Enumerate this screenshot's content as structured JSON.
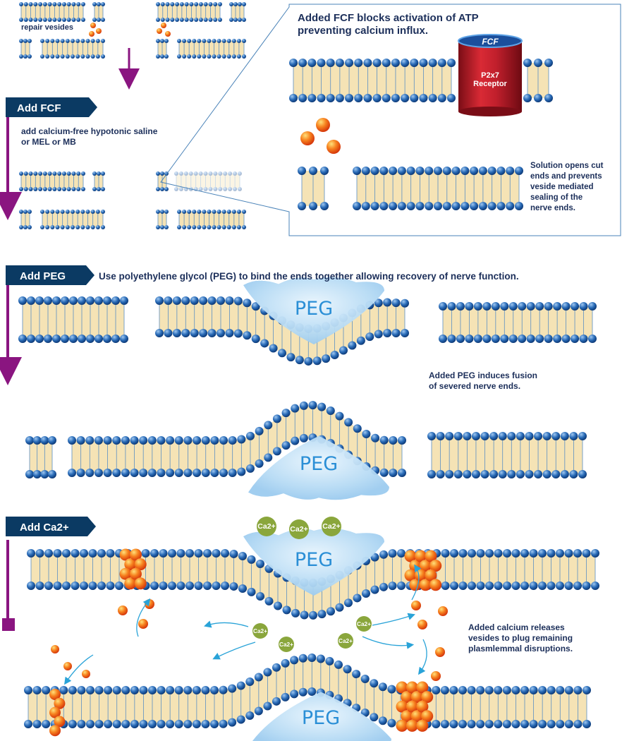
{
  "colors": {
    "tab": "#0b3a63",
    "arrow": "#8a1580",
    "head": "#1f5fa8",
    "lipid": "#f5e3b5",
    "text": "#1c2f5a",
    "vesicle": "#f26a1b",
    "ca": "#8aa63c",
    "peg": "#a9d2f1",
    "peg_text": "#2b8fd6",
    "receptor": "#c0202f"
  },
  "icons": [
    "membrane-bilayer",
    "vesicle",
    "p2x7-receptor-cylinder",
    "peg-blob",
    "calcium-ion",
    "curved-arrow"
  ],
  "top": {
    "repair_vesicles_label": "repair vesides"
  },
  "steps": [
    {
      "label": "Add FCF",
      "description": "add calcium-free hypotonic saline\nor MEL or MB"
    },
    {
      "label": "Add PEG",
      "description": "Use polyethylene glycol (PEG) to bind the ends together allowing recovery of nerve function."
    },
    {
      "label": "Add Ca2+"
    }
  ],
  "inset": {
    "title": "Added FCF blocks activation of ATP\npreventing calcium influx.",
    "fcf_label": "FCF",
    "receptor_label": "P2x7\nReceptor",
    "note": "Solution opens cut\nends and prevents\nveside mediated\nsealing of the\nnerve ends."
  },
  "peg": {
    "blob_label": "PEG",
    "fusion_note": "Added PEG induces fusion\nof severed nerve ends."
  },
  "calcium": {
    "ion_label": "Ca2+",
    "note": "Added calcium releases\nvesides to plug remaining\nplasmlemmal disruptions."
  }
}
